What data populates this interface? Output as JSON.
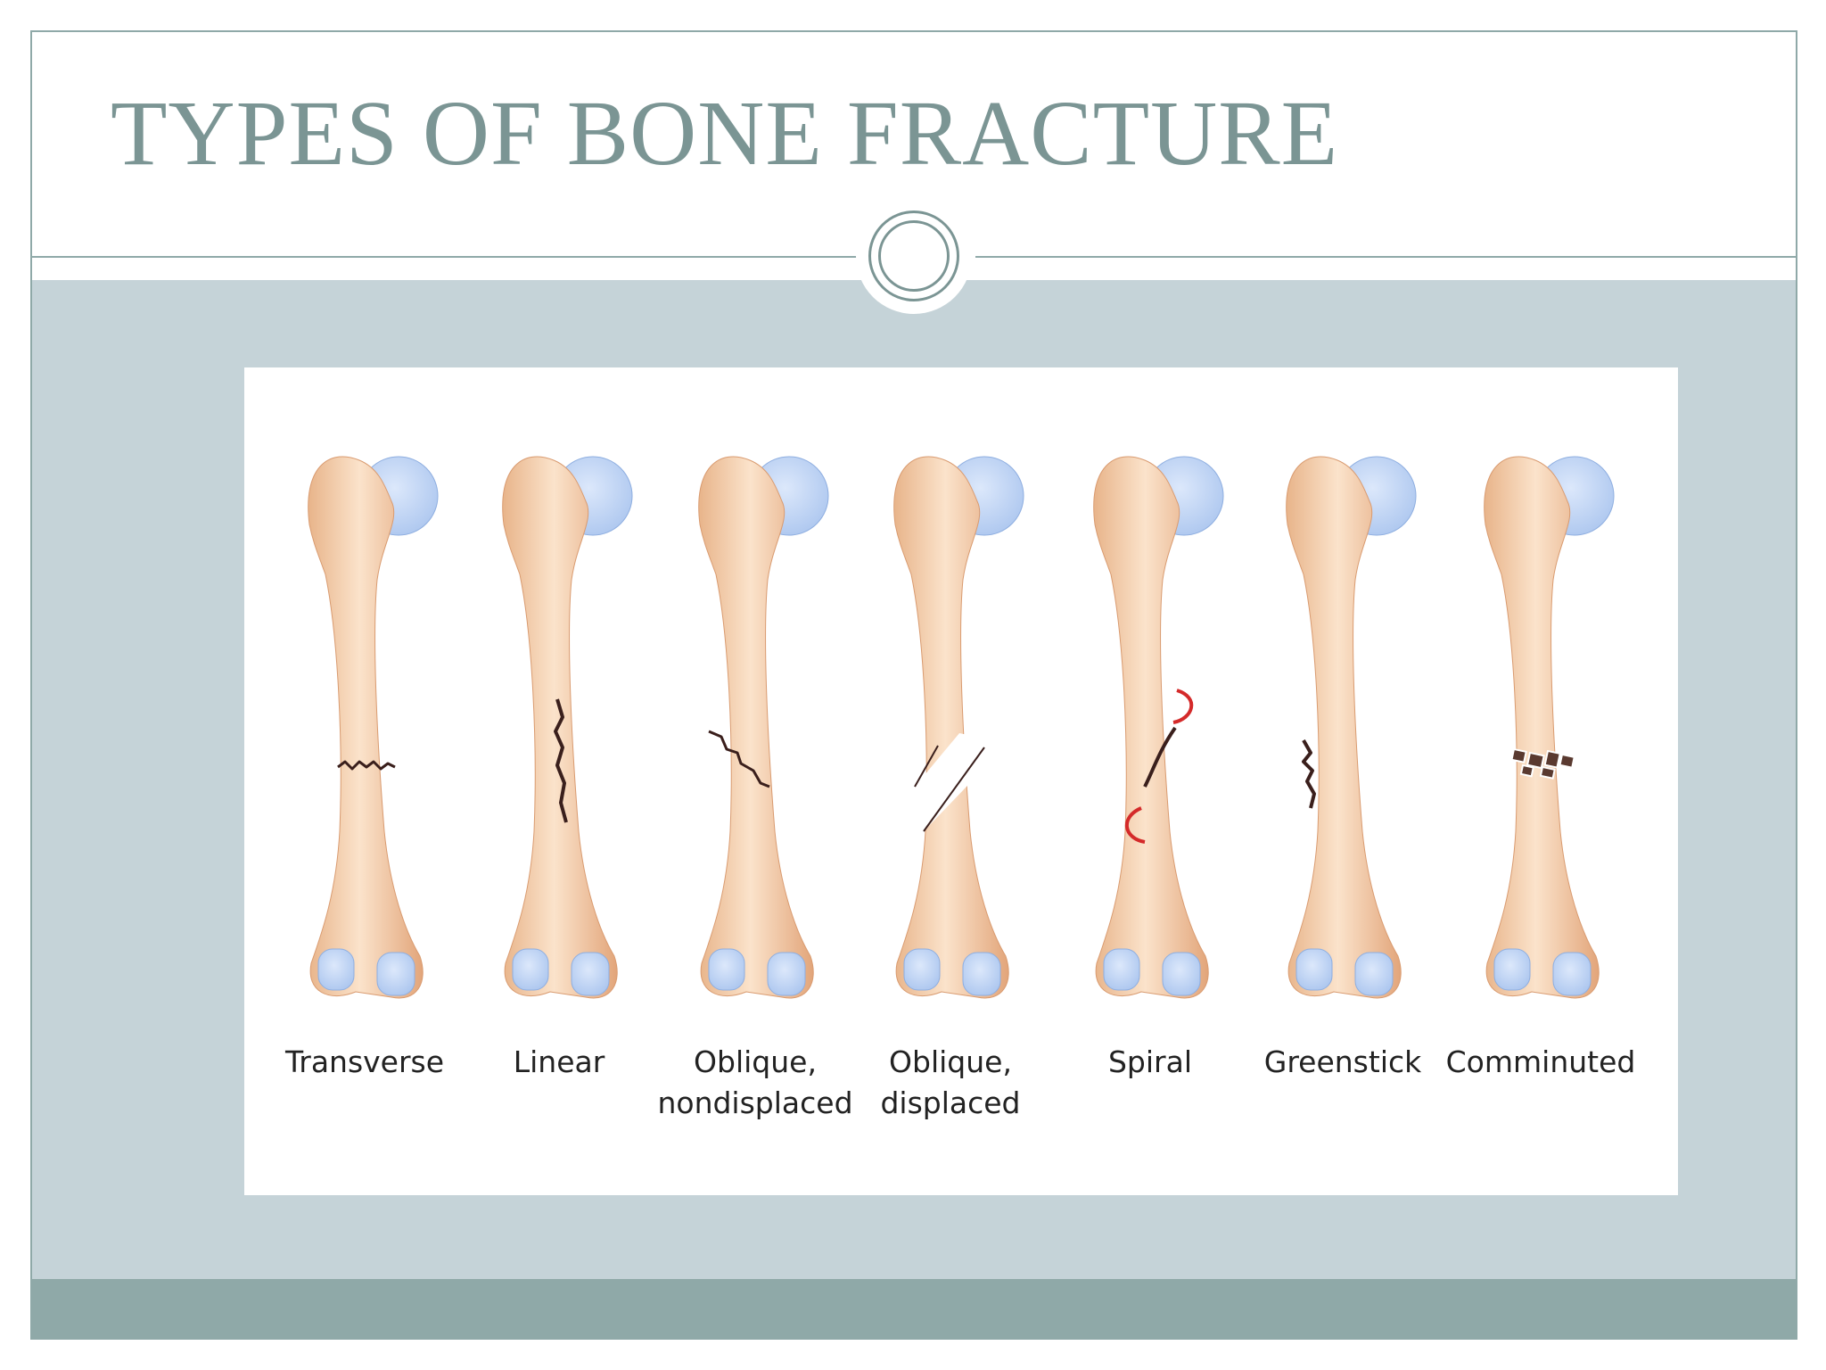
{
  "title": "TYPES OF BONE FRACTURE",
  "colors": {
    "title": "#7b9594",
    "accent_rule": "#8fa9a8",
    "body_band": "#c5d3d8",
    "footer_band": "#8fa9a8",
    "bone": "#f2c9a2",
    "cartilage": "#a9c4ee",
    "fracture_line": "#3a1f1c",
    "rotation_arrow": "#d42a2a"
  },
  "fracture_types": [
    {
      "label": "Transverse"
    },
    {
      "label": "Linear"
    },
    {
      "label": "Oblique,\nnondisplaced"
    },
    {
      "label": "Oblique,\ndisplaced"
    },
    {
      "label": "Spiral"
    },
    {
      "label": "Greenstick"
    },
    {
      "label": "Comminuted"
    }
  ]
}
